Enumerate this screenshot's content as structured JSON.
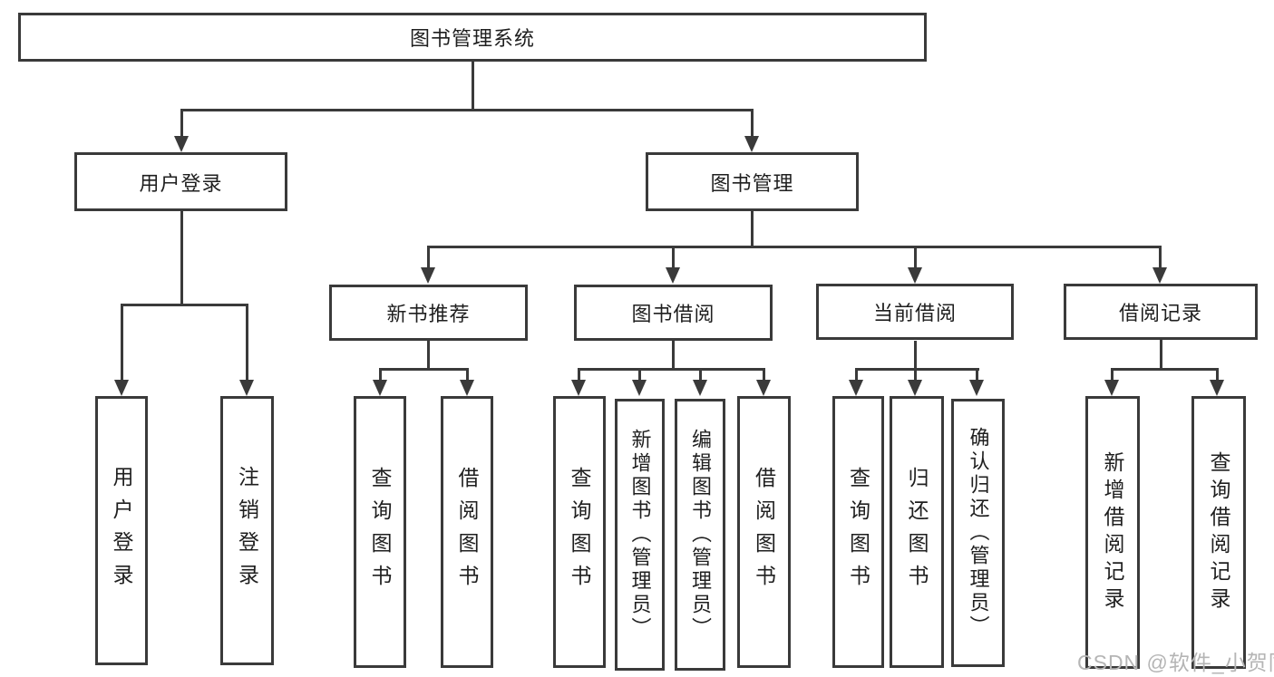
{
  "tree": {
    "root": "图书管理系统",
    "children": [
      {
        "label": "用户登录",
        "children": [
          "用户登录",
          "注销登录"
        ]
      },
      {
        "label": "图书管理",
        "children": [
          {
            "label": "新书推荐",
            "children": [
              "查询图书",
              "借阅图书"
            ]
          },
          {
            "label": "图书借阅",
            "children": [
              "查询图书",
              "新增图书（管理员）",
              "编辑图书（管理员）",
              "借阅图书"
            ]
          },
          {
            "label": "当前借阅",
            "children": [
              "查询图书",
              "归还图书",
              "确认归还（管理员）"
            ]
          },
          {
            "label": "借阅记录",
            "children": [
              "新增借阅记录",
              "查询借阅记录"
            ]
          }
        ]
      }
    ]
  },
  "watermark": {
    "text": "CSDN @软件_小贺同学"
  },
  "colors": {
    "line": "#3a3a3a",
    "text": "#1f1f1f",
    "watermark_text": "#b5b5b5",
    "background": "#ffffff"
  }
}
